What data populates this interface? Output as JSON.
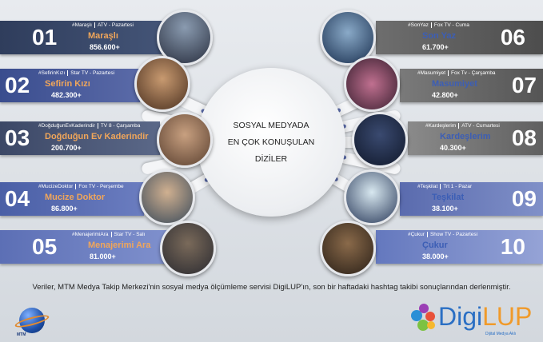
{
  "center_title": [
    "SOSYAL MEDYADA",
    "EN ÇOK KONUŞULAN",
    "DİZİLER"
  ],
  "watermark": "DigiLUP",
  "shows": [
    {
      "rank": "01",
      "hashtag": "#Maraşlı",
      "channel": "ATV - Pazartesi",
      "title": "Maraşlı",
      "count": "856.600+"
    },
    {
      "rank": "02",
      "hashtag": "#SefirinKızı",
      "channel": "Star TV - Pazartesi",
      "title": "Sefirin Kızı",
      "count": "482.300+"
    },
    {
      "rank": "03",
      "hashtag": "#DoğduğunEvKaderindir",
      "channel": "TV 8 - Çarşamba",
      "title": "Doğduğun Ev Kaderindir",
      "count": "200.700+"
    },
    {
      "rank": "04",
      "hashtag": "#MucizeDoktor",
      "channel": "Fox TV - Perşembe",
      "title": "Mucize Doktor",
      "count": "86.800+"
    },
    {
      "rank": "05",
      "hashtag": "#MenajerimiAra",
      "channel": "Star TV - Salı",
      "title": "Menajerimi Ara",
      "count": "81.000+"
    },
    {
      "rank": "06",
      "hashtag": "#SonYaz",
      "channel": "Fox TV - Cuma",
      "title": "Son Yaz",
      "count": "61.700+"
    },
    {
      "rank": "07",
      "hashtag": "#Masumiyet",
      "channel": "Fox Tv - Çarşamba",
      "title": "Masumiyet",
      "count": "42.800+"
    },
    {
      "rank": "08",
      "hashtag": "#Kardeşlerim",
      "channel": "ATV - Cumartesi",
      "title": "Kardeşlerim",
      "count": "40.300+"
    },
    {
      "rank": "09",
      "hashtag": "#Teşkilat",
      "channel": "Trt 1 - Pazar",
      "title": "Teşkilat",
      "count": "38.100+"
    },
    {
      "rank": "10",
      "hashtag": "#Çukur",
      "channel": "Show TV - Pazartesi",
      "title": "Çukur",
      "count": "38.000+"
    }
  ],
  "footer": "Veriler, MTM Medya Takip Merkezi'nin sosyal medya ölçümleme servisi DigiLUP'ın, son bir haftadaki hashtag takibi sonuçlarından derlenmiştir.",
  "logos": {
    "mtm": "MTM",
    "digilup_a": "Digi",
    "digilup_b": "LUP",
    "digilup_sub": "Dijital Medya Aklı"
  }
}
